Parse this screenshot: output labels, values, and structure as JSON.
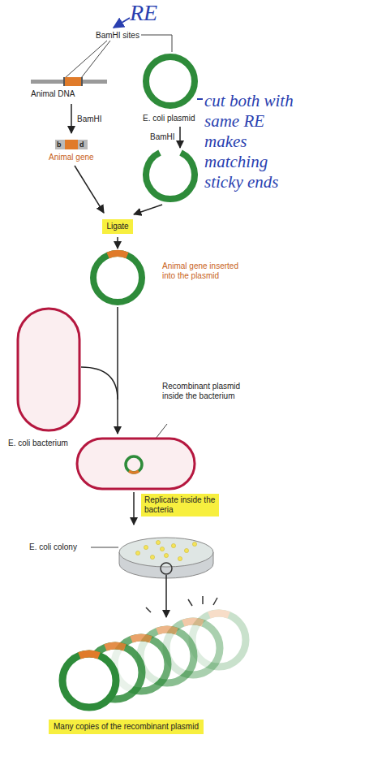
{
  "diagram": {
    "nodes": [
      {
        "text": [
          "Ligate"
        ]
      },
      {
        "text": [
          "Replicate inside the bacteria"
        ]
      },
      {
        "text": [
          "Many copies of the recombinant plasmid"
        ]
      }
    ],
    "labels": [
      "RE",
      "BamHI sites",
      "Animal DNA",
      "E. coli plasmid",
      "BamHI",
      "BamHI",
      "b",
      "d",
      "Animal gene",
      "cut both with same RE makes matching sticky ends",
      "Animal gene inserted into the plasmid",
      "E. coli bacterium",
      "Recombinant plasmid inside the bacterium",
      "E. coli colony"
    ]
  }
}
